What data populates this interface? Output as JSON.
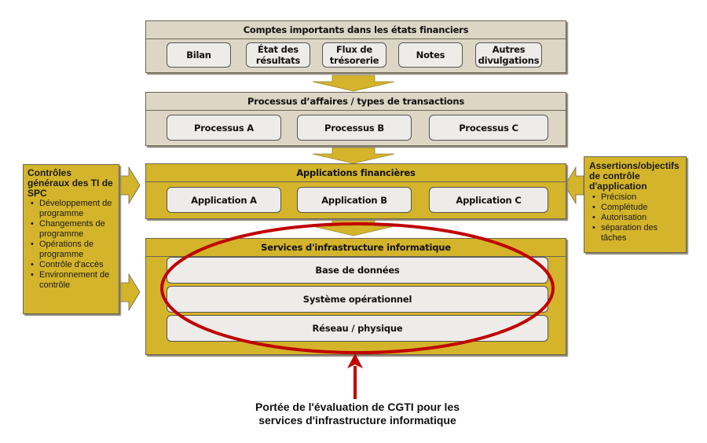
{
  "diagram": {
    "layer_accounts": {
      "title": "Comptes importants dans les états financiers",
      "items": [
        "Bilan",
        "État des\nrésultats",
        "Flux de\ntrésorerie",
        "Notes",
        "Autres\ndivulgations"
      ]
    },
    "layer_processes": {
      "title": "Processus d’affaires / types de transactions",
      "items": [
        "Processus A",
        "Processus B",
        "Processus C"
      ]
    },
    "layer_applications": {
      "title": "Applications financières",
      "items": [
        "Application A",
        "Application B",
        "Application C"
      ]
    },
    "layer_infrastructure": {
      "title": "Services d'infrastructure informatique",
      "items": [
        "Base de données",
        "Système opérationnel",
        "Réseau / physique"
      ]
    },
    "left_panel": {
      "title": "Contrôles généraux des TI de SPC",
      "items": [
        "Développement de programme",
        "Changements de programme",
        "Opérations de programme",
        "Contrôle d'accès",
        "Environnement de contrôle"
      ]
    },
    "right_panel": {
      "title": "Assertions/objectifs de contrôle d'application",
      "items": [
        "Précision",
        "Complétude",
        "Autorisation",
        "séparation des tâches"
      ]
    },
    "scope_caption": "Portée de l'évaluation de CGTI pour les services d'infrastructure informatique"
  },
  "colors": {
    "gold": "#d4b42a",
    "tan": "#ddd6c5",
    "pill": "#eeece8",
    "highlight_red": "#c00000"
  }
}
